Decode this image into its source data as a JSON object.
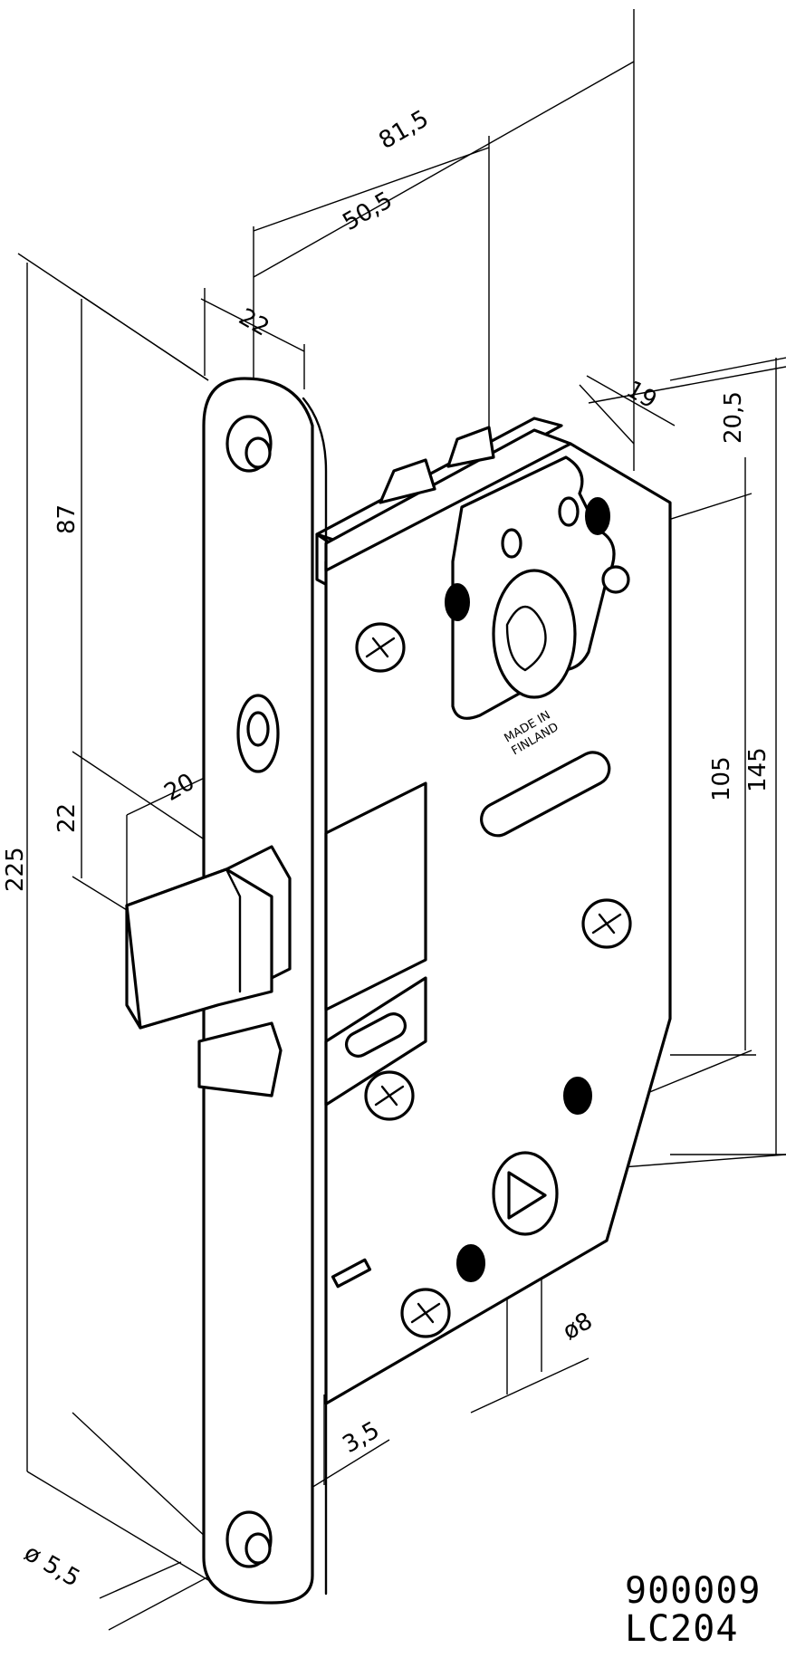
{
  "drawing": {
    "dimensions": {
      "d_81_5": "81,5",
      "d_50_5": "50,5",
      "d_22_top": "22",
      "d_19": "19",
      "d_20_5": "20,5",
      "d_87": "87",
      "d_225": "225",
      "d_22_side": "22",
      "d_20": "20",
      "d_105": "105",
      "d_145": "145",
      "d_8": "ø8",
      "d_3_5": "3,5",
      "d_5_5": "ø 5,5"
    },
    "stamp": [
      "MADE IN",
      "FINLAND"
    ],
    "code": {
      "line1": "900009",
      "line2": "LC204"
    }
  }
}
